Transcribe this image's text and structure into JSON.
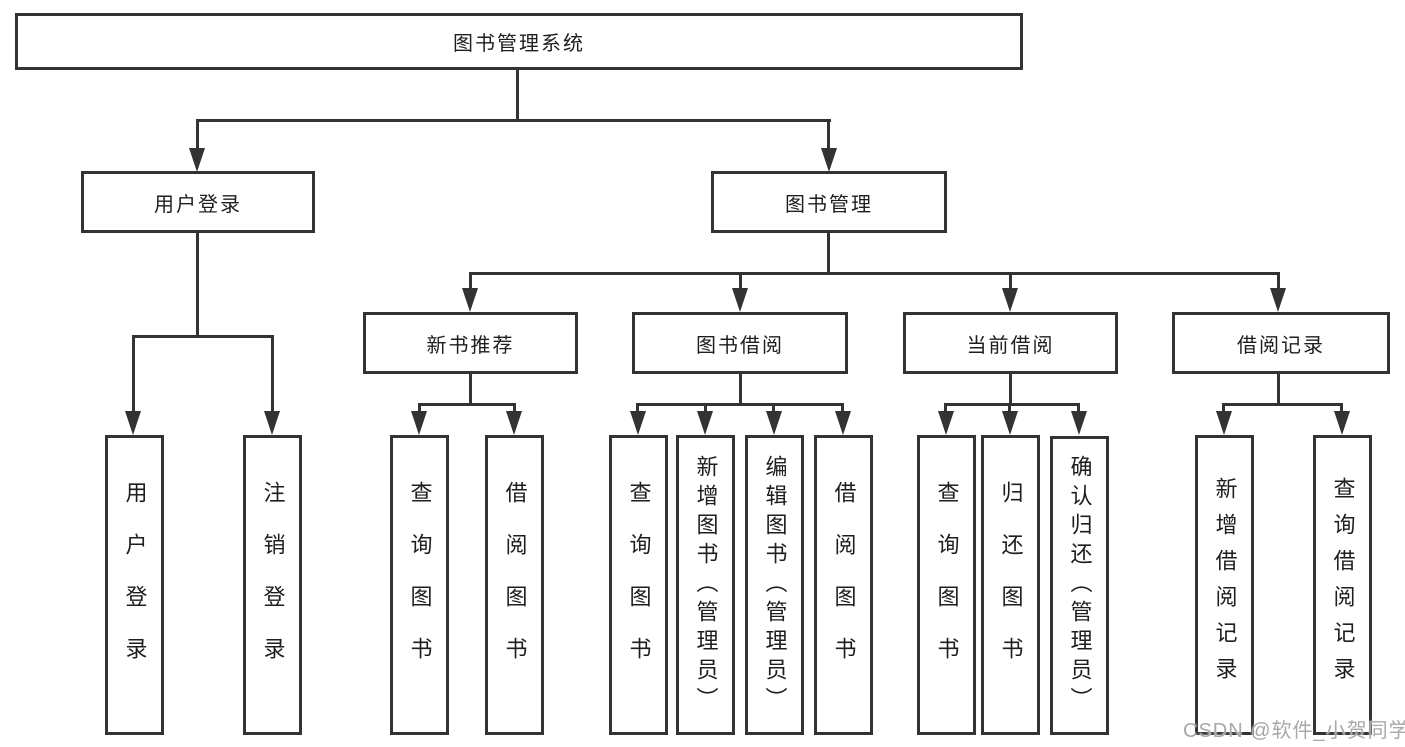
{
  "diagram": {
    "root": "图书管理系统",
    "level2": {
      "user_login": "用户登录",
      "book_mgmt": "图书管理"
    },
    "level3": {
      "new_books": "新书推荐",
      "borrowing": "图书借阅",
      "current": "当前借阅",
      "records": "借阅记录"
    },
    "leaves": {
      "user_login": [
        "用户登录",
        "注销登录"
      ],
      "new_books": [
        "查询图书",
        "借阅图书"
      ],
      "borrowing": [
        "查询图书",
        "新增图书（管理员）",
        "编辑图书（管理员）",
        "借阅图书"
      ],
      "current": [
        "查询图书",
        "归还图书",
        "确认归还（管理员）"
      ],
      "records": [
        "新增借阅记录",
        "查询借阅记录"
      ]
    }
  },
  "watermark": "CSDN @软件_小贺同学",
  "colors": {
    "line": "#333333",
    "text": "#1e1e1e",
    "watermark": "#a8a8a8",
    "background": "#ffffff"
  }
}
